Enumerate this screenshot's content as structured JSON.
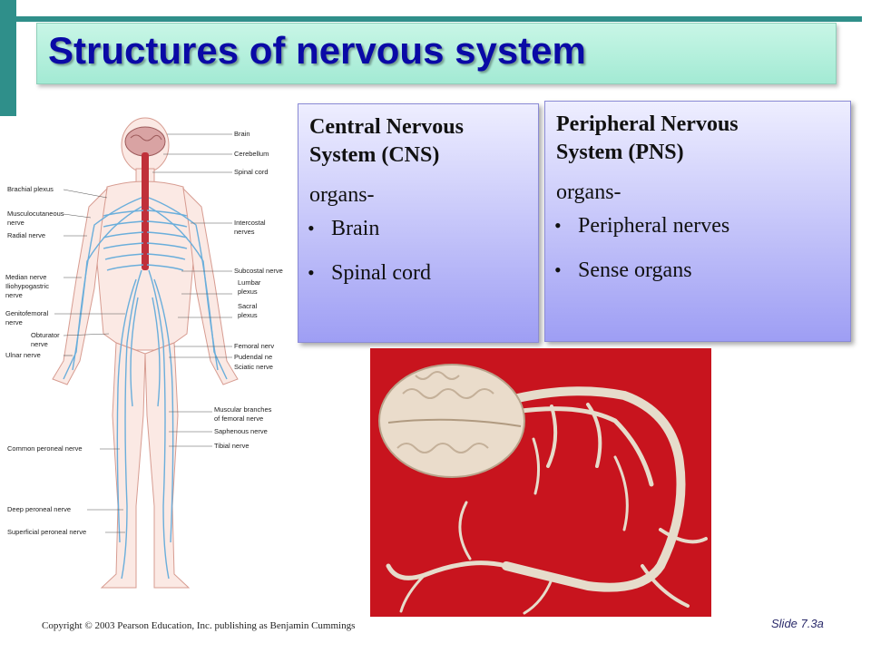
{
  "slide": {
    "title": "Structures of nervous system",
    "slide_number": "Slide 7.3a",
    "copyright": "Copyright © 2003 Pearson Education, Inc. publishing as Benjamin Cummings"
  },
  "cns": {
    "title_line1": "Central Nervous",
    "title_line2": "System (CNS)",
    "subtitle": "organs-",
    "items": [
      "Brain",
      "Spinal cord"
    ]
  },
  "pns": {
    "title_line1": "Peripheral Nervous",
    "title_line2": "System (PNS)",
    "subtitle": "organs-",
    "items": [
      "Peripheral nerves",
      "Sense organs"
    ]
  },
  "diagram": {
    "labels_right": [
      "Brain",
      "Cerebellum",
      "Spinal cord",
      "Intercostal",
      "nerves",
      "Subcostal nerve",
      "Lumbar",
      "plexus",
      "Sacral",
      "plexus",
      "Femoral nerv",
      "Pudendal ne",
      "Sciatic nerve",
      "Muscular branches",
      "of femoral nerve",
      "Saphenous nerve",
      "Tibial nerve"
    ],
    "labels_left": [
      "Brachial plexus",
      "Musculocutaneous",
      "nerve",
      "Radial nerve",
      "Median nerve",
      "Iliohypogastric",
      "nerve",
      "Genitofemoral",
      "nerve",
      "Obturator",
      "nerve",
      "Ulnar nerve",
      "Common peroneal nerve",
      "Deep peroneal nerve",
      "Superficial peroneal nerve"
    ]
  },
  "colors": {
    "accent": "#2f8f8a",
    "title": "#0a0aa6",
    "photo_background": "#c8141e",
    "nerve": "#6aaedb",
    "spinal_cord": "#c0303a"
  }
}
